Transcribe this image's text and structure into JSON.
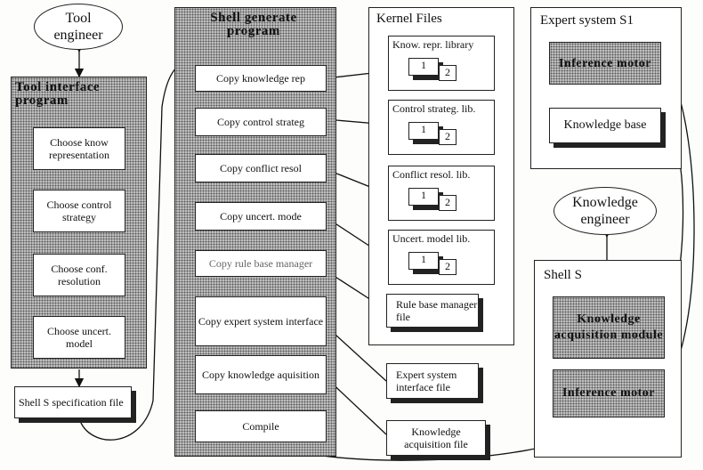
{
  "tool_engineer": "Tool engineer",
  "tool_interface": {
    "title": "Tool interface program",
    "steps": [
      "Choose know representation",
      "Choose control strategy",
      "Choose conf. resolution",
      "Choose uncert. model"
    ]
  },
  "shell_spec_file": "Shell S specification file",
  "shell_generate": {
    "title": "Shell generate program",
    "steps": [
      "Copy knowledge rep",
      "Copy control strateg",
      "Copy conflict resol",
      "Copy uncert. mode",
      "Copy rule base manager",
      "Copy expert system interface",
      "Copy knowledge aquisition",
      "Compile"
    ]
  },
  "kernel_files": {
    "title": "Kernel Files",
    "libraries": [
      "Know. repr. library",
      "Control strateg. lib.",
      "Conflict resol. lib.",
      "Uncert. model lib."
    ],
    "lib_item_labels": [
      "1",
      "2"
    ],
    "files": [
      "Rule base manager file",
      "Expert system interface file",
      "Knowledge acquisition file"
    ]
  },
  "expert_system": {
    "title": "Expert system S1",
    "inference_motor": "Inference motor",
    "knowledge_base": "Knowledge base"
  },
  "knowledge_engineer": "Knowledge engineer",
  "shell_s": {
    "title": "Shell S",
    "knowledge_acquisition_module": "Knowledge acquisition module",
    "inference_motor": "Inference motor"
  }
}
